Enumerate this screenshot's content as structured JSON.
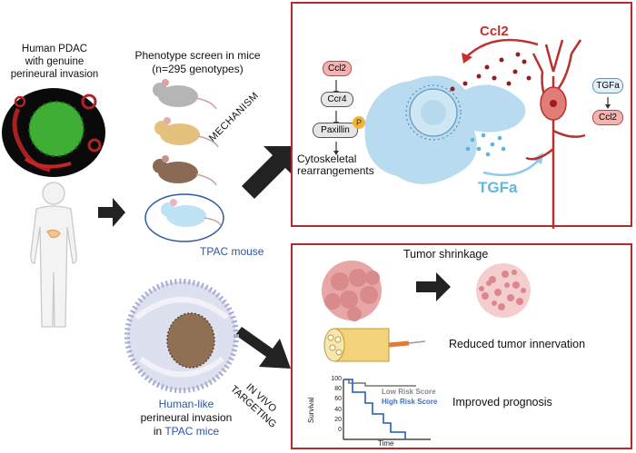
{
  "left": {
    "pdac_title": [
      "Human PDAC",
      "with genuine",
      "perineural invasion"
    ],
    "phenotype_title": [
      "Phenotype screen in mice",
      "(n=295 genotypes)"
    ],
    "tpac_mouse": "TPAC mouse",
    "mechanism": "MECHANISM",
    "in_vivo": [
      "IN VIVO",
      "TARGETING"
    ],
    "humanlike": [
      "Human-like",
      "perineural invasion",
      "in TPAC mice"
    ],
    "humanlike_prefix": "in ",
    "humanlike_tpac": "TPAC mice"
  },
  "mechanism_panel": {
    "pathway": [
      "Ccl2",
      "Ccr4",
      "Paxillin"
    ],
    "p_badge": "P",
    "cytoskeletal": [
      "Cytoskeletal",
      "rearrangements"
    ],
    "ccl2_arrow_label": "Ccl2",
    "tgfa_arrow_label": "TGFa",
    "neuron_box": [
      "TGFa",
      "Ccl2"
    ]
  },
  "targeting_panel": {
    "tumor_shrinkage": "Tumor shrinkage",
    "reduced_innervation": "Reduced tumor innervation",
    "improved_prognosis": "Improved prognosis",
    "km": {
      "ylabel": "Survival",
      "xlabel": "Time",
      "yticks": [
        "100",
        "80",
        "60",
        "40",
        "20",
        "0"
      ],
      "low_risk": "Low Risk Score",
      "high_risk": "High Risk Score"
    }
  },
  "colors": {
    "panel_border": "#b52a2a",
    "tgfa_blue": "#62b7de",
    "ccl2_red": "#c0322e",
    "tpac_blue": "#2a56a8",
    "high_risk": "#3d6ec4",
    "low_risk": "#888888"
  }
}
